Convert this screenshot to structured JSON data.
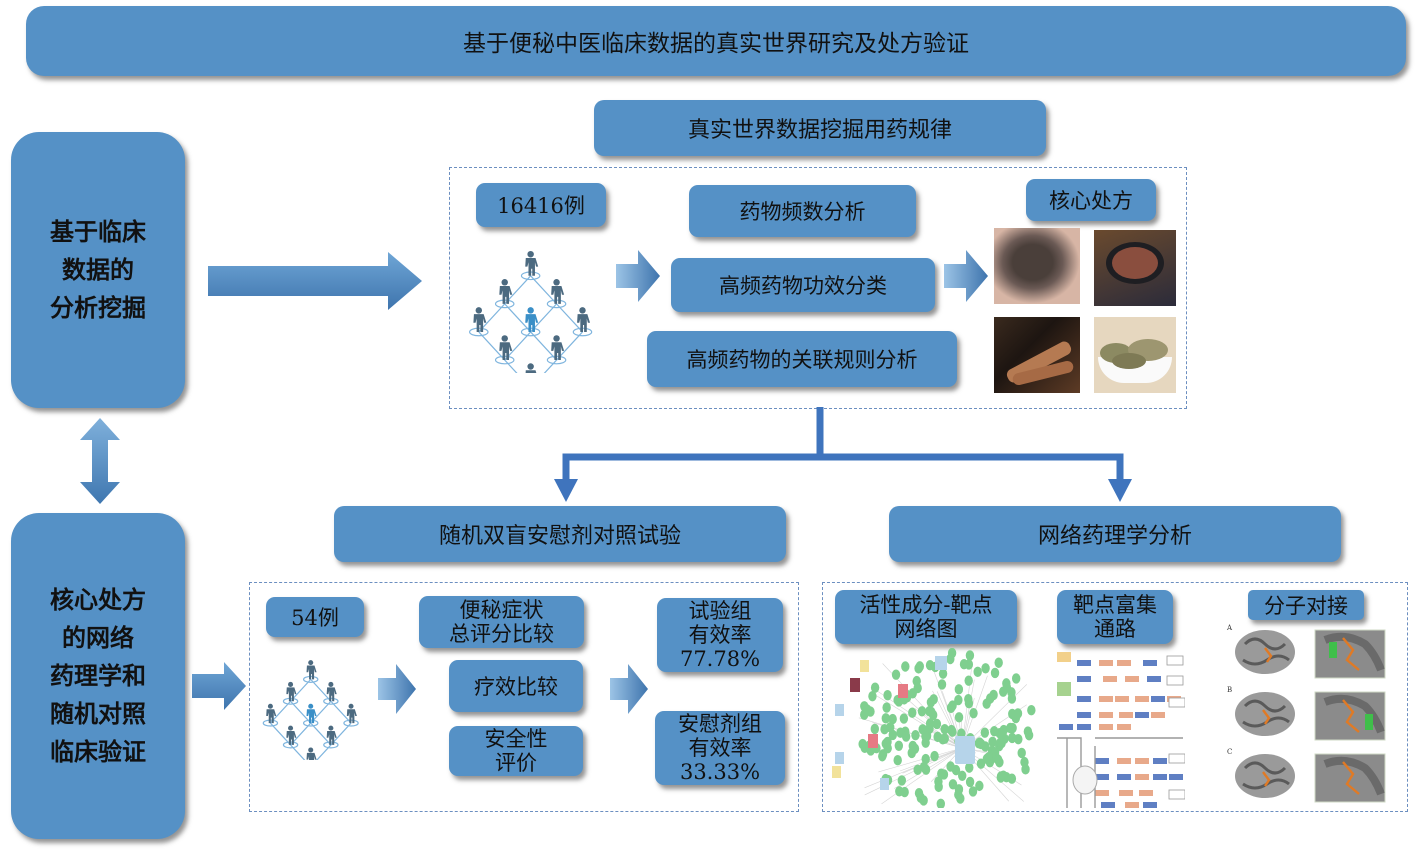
{
  "title": "基于便秘中医临床数据的真实世界研究及处方验证",
  "left_column": {
    "top_box": [
      "基于临床",
      "数据的",
      "分析挖掘"
    ],
    "bottom_box": [
      "核心处方",
      "的网络",
      "药理学和",
      "随机对照",
      "临床验证"
    ]
  },
  "data_mining": {
    "heading": "真实世界数据挖掘用药规律",
    "sample_size": "16416例",
    "analyses": [
      "药物频数分析",
      "高频药物功效分类",
      "高频药物的关联规则分析"
    ],
    "core_prescription_label": "核心处方",
    "herb_images": [
      "herb-seeds-image",
      "herb-bowl-image",
      "herb-root-image",
      "herb-shell-image"
    ]
  },
  "rct": {
    "heading": "随机双盲安慰剂对照试验",
    "sample_size": "54例",
    "analyses": [
      [
        "便秘症状",
        "总评分比较"
      ],
      [
        "疗效比较"
      ],
      [
        "安全性",
        "评价"
      ]
    ],
    "results": [
      {
        "group": "试验组",
        "label": "有效率",
        "value": "77.78%"
      },
      {
        "group": "安慰剂组",
        "label": "有效率",
        "value": "33.33%"
      }
    ]
  },
  "network_pharmacology": {
    "heading": "网络药理学分析",
    "panels": [
      {
        "label": [
          "活性成分-靶点",
          "网络图"
        ]
      },
      {
        "label": [
          "靶点富集",
          "通路"
        ]
      },
      {
        "label": [
          "分子对接"
        ]
      }
    ],
    "docking_panel_letters": [
      "A",
      "B",
      "C"
    ]
  },
  "colors": {
    "box": "#5591c6",
    "arrow": "#4a86c0",
    "connector": "#3f74bd",
    "dash_border": "#6c8fc0",
    "network_node": "#7fcf8f",
    "pathway_node_blue": "#5f7fc3",
    "pathway_node_orange": "#e8a98a",
    "ligand": "#e07a25"
  }
}
